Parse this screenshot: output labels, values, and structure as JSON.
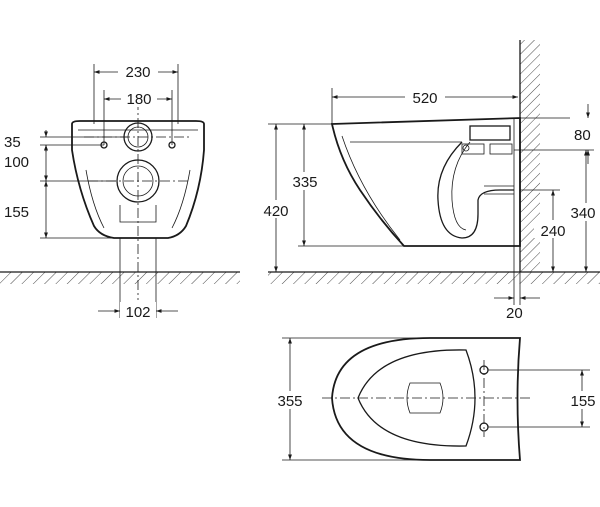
{
  "front_view": {
    "width_outer": "230",
    "width_inner": "180",
    "height_top": "35",
    "height_mid": "100",
    "height_low": "155",
    "bottom_offset": "102"
  },
  "side_view": {
    "length": "520",
    "height_total": "420",
    "height_bowl": "335",
    "height_top": "80",
    "height_inlet": "240",
    "height_outlet": "340",
    "wall_gap": "20"
  },
  "top_view": {
    "depth": "355",
    "bolt_spacing": "155"
  }
}
